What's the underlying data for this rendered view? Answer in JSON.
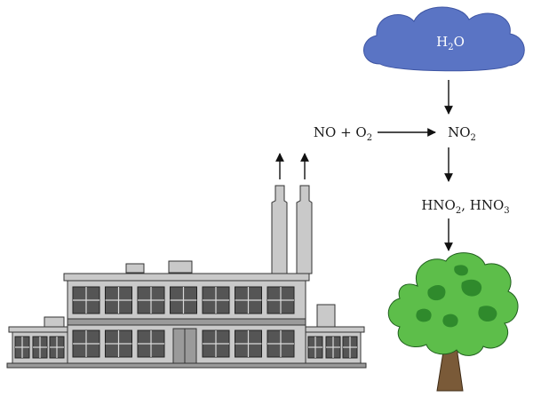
{
  "labels": {
    "cloud": {
      "base": "H",
      "sub": "2",
      "tail": "O"
    },
    "reactant": {
      "a": "NO + O",
      "sub": "2"
    },
    "product": {
      "base": "NO",
      "sub": "2"
    },
    "acids": {
      "a": "HNO",
      "a_sub": "2",
      "sep": ", ",
      "b": "HNO",
      "b_sub": "3"
    }
  },
  "colors": {
    "cloud": "#5A74C4",
    "building": "#C9C9C9",
    "building_dark": "#9A9A9A",
    "window": "#555555",
    "foliage": "#5DBE4A",
    "foliage_dark": "#2F8A2C",
    "trunk": "#7A5A38"
  }
}
